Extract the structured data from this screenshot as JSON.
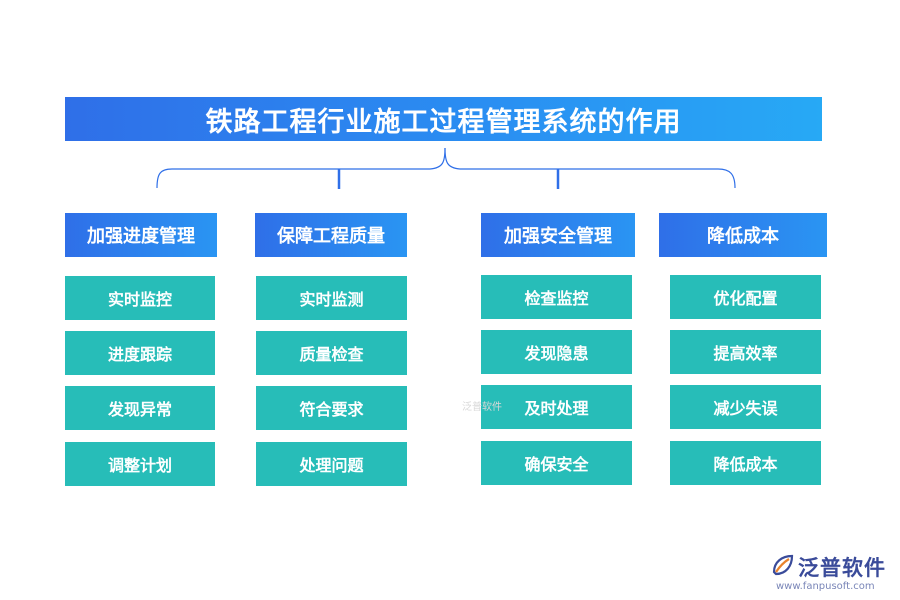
{
  "title": "铁路工程行业施工过程管理系统的作用",
  "columns": [
    {
      "header": "加强进度管理",
      "items": [
        "实时监控",
        "进度跟踪",
        "发现异常",
        "调整计划"
      ]
    },
    {
      "header": "保障工程质量",
      "items": [
        "实时监测",
        "质量检查",
        "符合要求",
        "处理问题"
      ]
    },
    {
      "header": "加强安全管理",
      "items": [
        "检查监控",
        "发现隐患",
        "及时处理",
        "确保安全"
      ]
    },
    {
      "header": "降低成本",
      "items": [
        "优化配置",
        "提高效率",
        "减少失误",
        "降低成本"
      ]
    }
  ],
  "watermark": "泛普软件",
  "brand": {
    "name": "泛普软件",
    "url": "www.fanpusoft.com"
  },
  "colors": {
    "header_blue": "#2f6fe8",
    "item_teal": "#27bdb8",
    "bracket": "#2f6fe8"
  }
}
